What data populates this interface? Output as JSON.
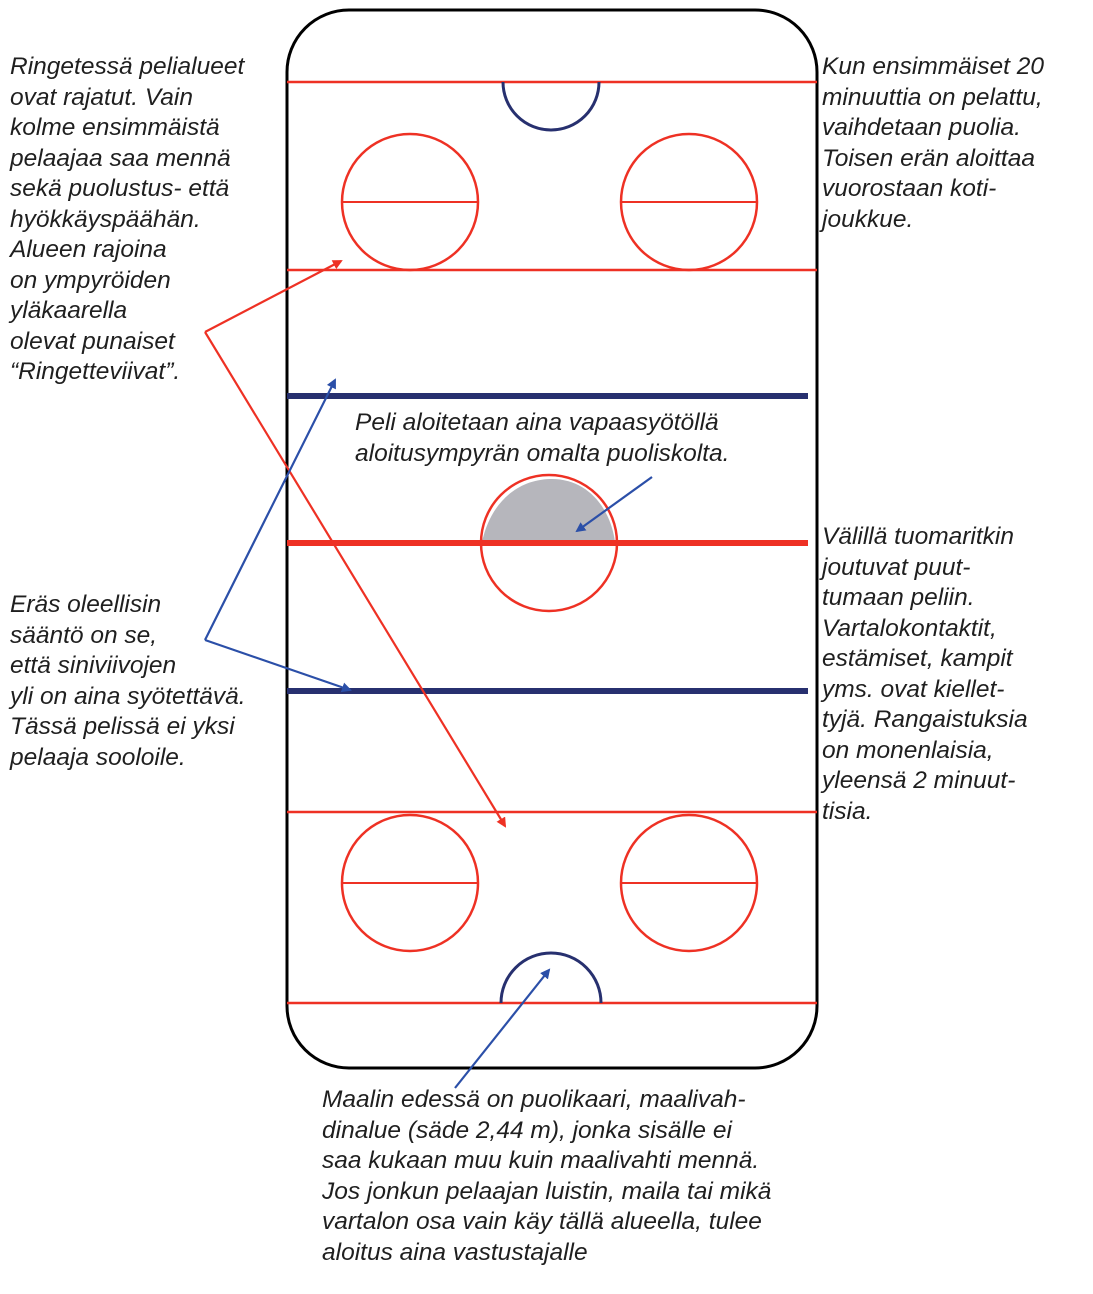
{
  "notes": {
    "zones": "Ringetessä pelialueet\novat rajatut. Vain\nkolme ensimmäistä\npelaajaa saa mennä\nsekä puolustus- että\nhyökkäyspäähän.\nAlueen rajoina\non ympyröiden\nyläkaarella\nolevat punaiset\n“Ringetteviivat”.",
    "halves": "Kun ensimmäiset 20\nminuuttia on pelattu,\nvaihdetaan puolia.\nToisen erän aloittaa\nvuorostaan koti-\njoukkue.",
    "faceoff": "Peli aloitetaan aina vapaasyötöllä\naloitusympyrän omalta puoliskolta.",
    "blueline": "Eräs oleellisin\nsääntö on se,\nettä siniviivojen\nyli on aina syötettävä.\nTässä pelissä ei yksi\npelaaja sooloile.",
    "penalties": "Välillä tuomaritkin\njoutuvat puut-\ntumaan peliin.\nVartalokontaktit,\nestämiset, kampit\nyms. ovat kiellet-\ntyjä. Rangaistuksia\non monenlaisia,\nyleensä 2 minuut-\ntisia.",
    "crease": "Maalin edessä on puolikaari, maalivah-\ndinalue (säde 2,44 m), jonka sisälle ei\nsaa kukaan muu kuin maalivahti mennä.\nJos jonkun pelaajan luistin, maila tai mikä\nvartalon osa vain käy tällä alueella, tulee\naloitus aina vastustajalle"
  },
  "colors": {
    "board": "#000000",
    "red_line": "#ee3124",
    "blue_line": "#27306f",
    "arrow_blue": "#2b4fa8",
    "crease": "#27306f",
    "shaded_half": "#b6b6bc"
  }
}
